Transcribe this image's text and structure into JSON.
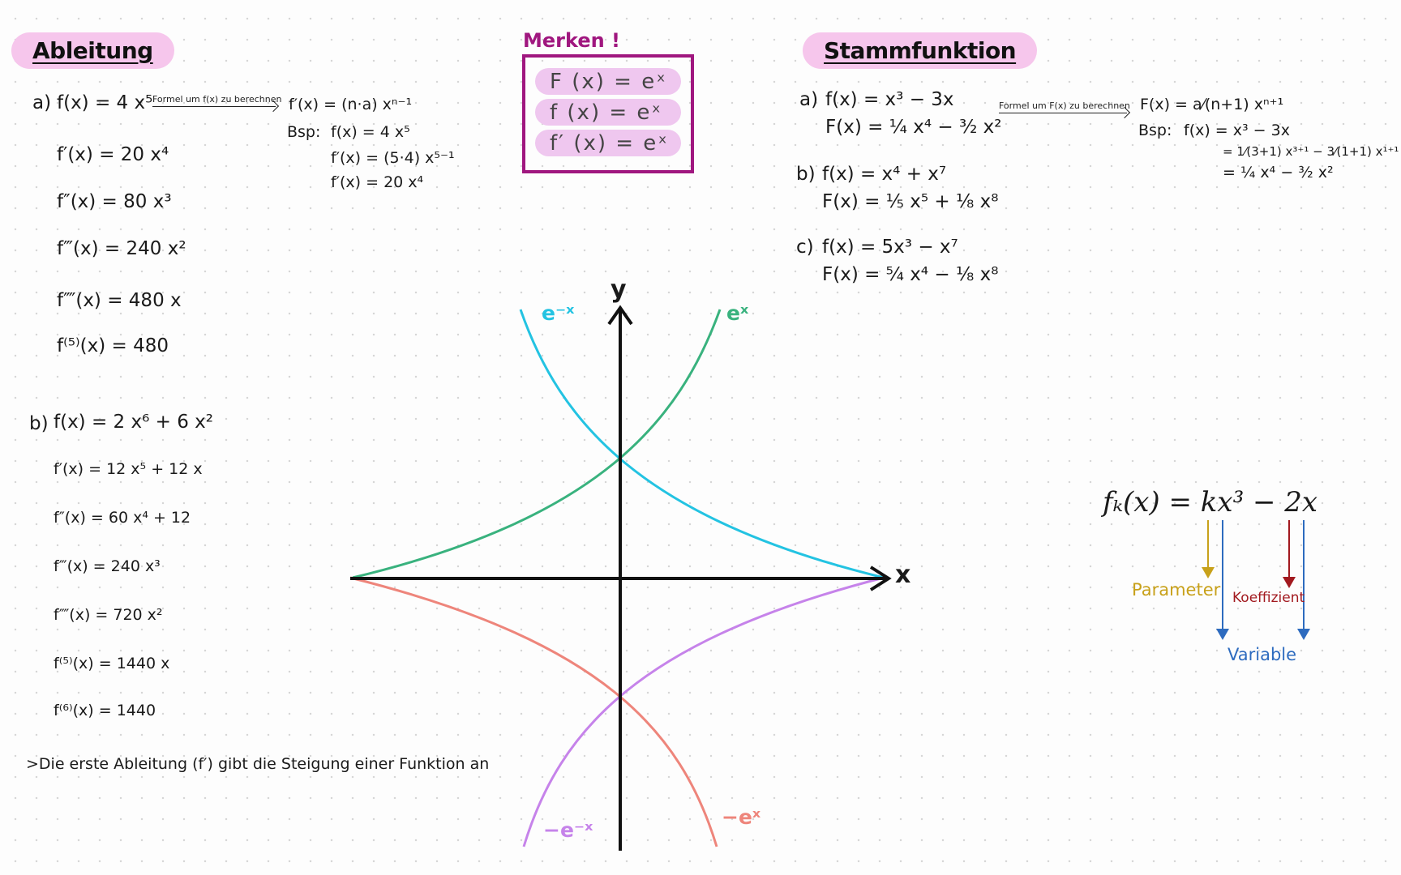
{
  "ableitung": {
    "title": "Ableitung",
    "a": {
      "label": "a)",
      "lines": [
        "f(x) = 4 x⁵",
        "f′(x) = 20 x⁴",
        "f″(x) = 80 x³",
        "f‴(x) = 240 x²",
        "f⁗(x) = 480 x",
        "f⁽⁵⁾(x) = 480"
      ],
      "arrow_note": "Formel um f(x) zu berechnen",
      "rule": {
        "formula": "f′(x) = (n·a) xⁿ⁻¹",
        "bsp_label": "Bsp:",
        "lines": [
          "f(x) = 4 x⁵",
          "f′(x) = (5·4) x⁵⁻¹",
          "f′(x) = 20 x⁴"
        ]
      }
    },
    "b": {
      "label": "b)",
      "lines": [
        "f(x) = 2 x⁶ + 6 x²",
        "f′(x) = 12 x⁵ + 12 x",
        "f″(x) = 60 x⁴ + 12",
        "f‴(x) = 240 x³",
        "f⁗(x) = 720 x²",
        "f⁽⁵⁾(x) = 1440 x",
        "f⁽⁶⁾(x) = 1440"
      ]
    },
    "note": ">Die erste Ableitung (f′) gibt die Steigung einer Funktion an"
  },
  "merken": {
    "title": "Merken !",
    "rows": [
      "F (x) = eˣ",
      "f (x) = eˣ",
      "f′ (x) = eˣ"
    ]
  },
  "stammfunktion": {
    "title": "Stammfunktion",
    "a": {
      "label": "a)",
      "lines": [
        "f(x) = x³ − 3x",
        "F(x) = ¼ x⁴ − ³⁄₂ x²"
      ]
    },
    "arrow_note": "Formel um F(x) zu berechnen",
    "rule": {
      "formula": "F(x) = a⁄(n+1) xⁿ⁺¹",
      "bsp_label": "Bsp:",
      "lines": [
        "f(x) = x³ − 3x",
        "= 1⁄(3+1) x³⁺¹ − 3⁄(1+1) x¹⁺¹",
        "= ¼ x⁴ − ³⁄₂ x²"
      ]
    },
    "b": {
      "label": "b)",
      "lines": [
        "f(x) = x⁴ + x⁷",
        "F(x) = ⅕ x⁵ + ⅛ x⁸"
      ]
    },
    "c": {
      "label": "c)",
      "lines": [
        "f(x) = 5x³ − x⁷",
        "F(x) = ⁵⁄₄ x⁴ − ⅛ x⁸"
      ]
    }
  },
  "graph": {
    "x_label": "x",
    "y_label": "y",
    "curves": [
      {
        "label": "e⁻ˣ",
        "color": "#23c3e2"
      },
      {
        "label": "eˣ",
        "color": "#39b27e"
      },
      {
        "label": "−e⁻ˣ",
        "color": "#c683ea"
      },
      {
        "label": "−eˣ",
        "color": "#ee857b"
      }
    ]
  },
  "parameter_formula": {
    "formula": "fₖ(x) = kx³ − 2x",
    "parameter_label": "Parameter",
    "koeffizient_label": "Koeffizient",
    "variable_label": "Variable",
    "colors": {
      "parameter": "#c8a11a",
      "koeffizient": "#a2191f",
      "variable": "#2d6bbf"
    }
  }
}
